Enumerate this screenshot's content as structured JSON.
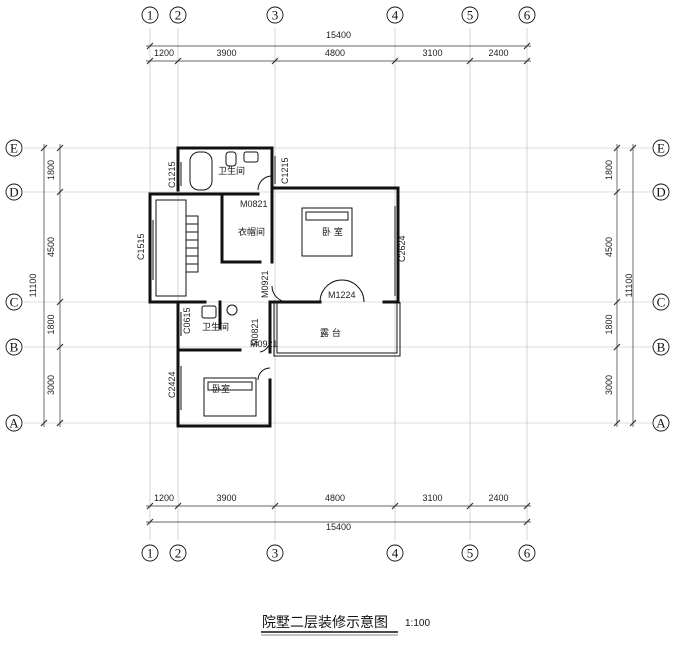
{
  "axes_columns": [
    "1",
    "2",
    "3",
    "4",
    "5",
    "6"
  ],
  "axes_rows": [
    "E",
    "D",
    "C",
    "B",
    "A"
  ],
  "dims_horizontal": {
    "total": "15400",
    "segments": [
      "1200",
      "3900",
      "4800",
      "3100",
      "2400"
    ]
  },
  "dims_vertical": {
    "total": "11100",
    "segments": [
      "1800",
      "4500",
      "1800",
      "3000"
    ]
  },
  "rooms": {
    "bath_top": "卫生间",
    "closet": "衣帽间",
    "master_bed": "卧 室",
    "bath_small": "卫生间",
    "bed_small": "卧室",
    "terrace": "露 台"
  },
  "openings": {
    "c1215_left": "C1215",
    "c1215_right": "C1215",
    "m0821_top": "M0821",
    "c1515": "C1515",
    "c2624": "C2624",
    "m0921_a": "M0921",
    "m1224": "M1224",
    "c0615": "C0615",
    "m0821_b": "M0821",
    "m0921_b": "M0921",
    "c2424": "C2424"
  },
  "title": {
    "text": "院墅二层装修示意图",
    "scale": "1:100"
  }
}
